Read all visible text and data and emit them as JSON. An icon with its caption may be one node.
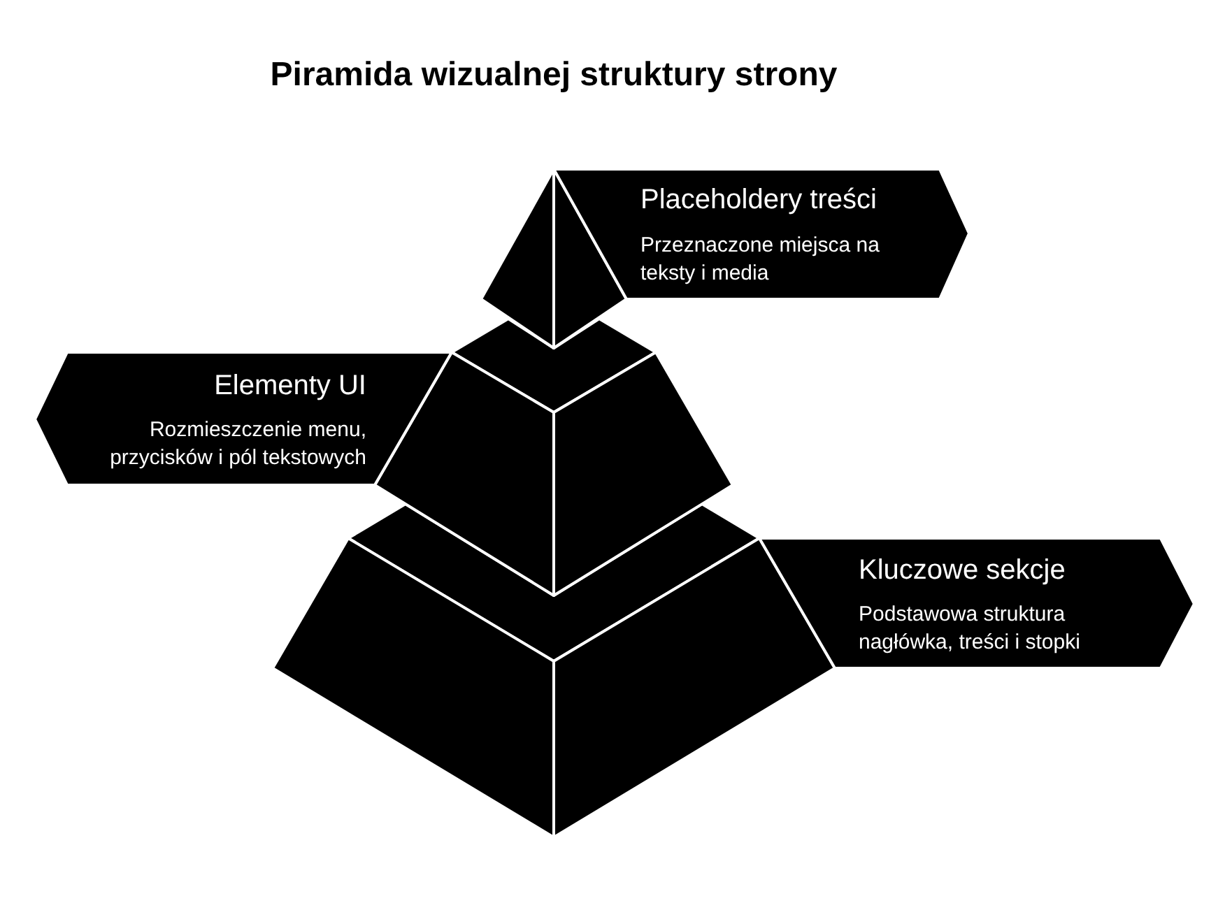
{
  "diagram": {
    "title": "Piramida wizualnej struktury strony",
    "nodes": [
      {
        "text": [
          "Placeholdery treści",
          "Przeznaczone miejsca na teksty i media"
        ]
      },
      {
        "text": [
          "Elementy UI",
          "Rozmieszczenie menu, przycisków i pól tekstowych"
        ]
      },
      {
        "text": [
          "Kluczowe sekcje",
          "Podstawowa struktura nagłówka, treści i stopki"
        ]
      }
    ]
  }
}
